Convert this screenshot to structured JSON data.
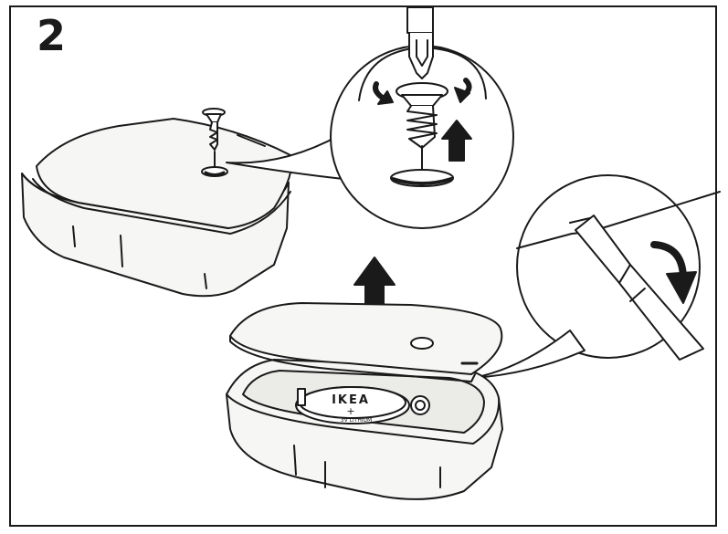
{
  "step": {
    "number": "2"
  },
  "battery": {
    "brand": "IKEA",
    "polarity": "+",
    "type_label": "3V LITHIUM"
  },
  "colors": {
    "line": "#1a1a1a",
    "fill_light": "#f6f6f4",
    "fill_shade": "#ebebe7",
    "arrow": "#1a1a1a"
  },
  "icons": [
    "screwdriver-icon",
    "screw-icon",
    "rotate-arrow-icon",
    "up-arrow-icon",
    "down-arrow-icon",
    "flathead-screwdriver-icon",
    "coin-battery-icon"
  ]
}
